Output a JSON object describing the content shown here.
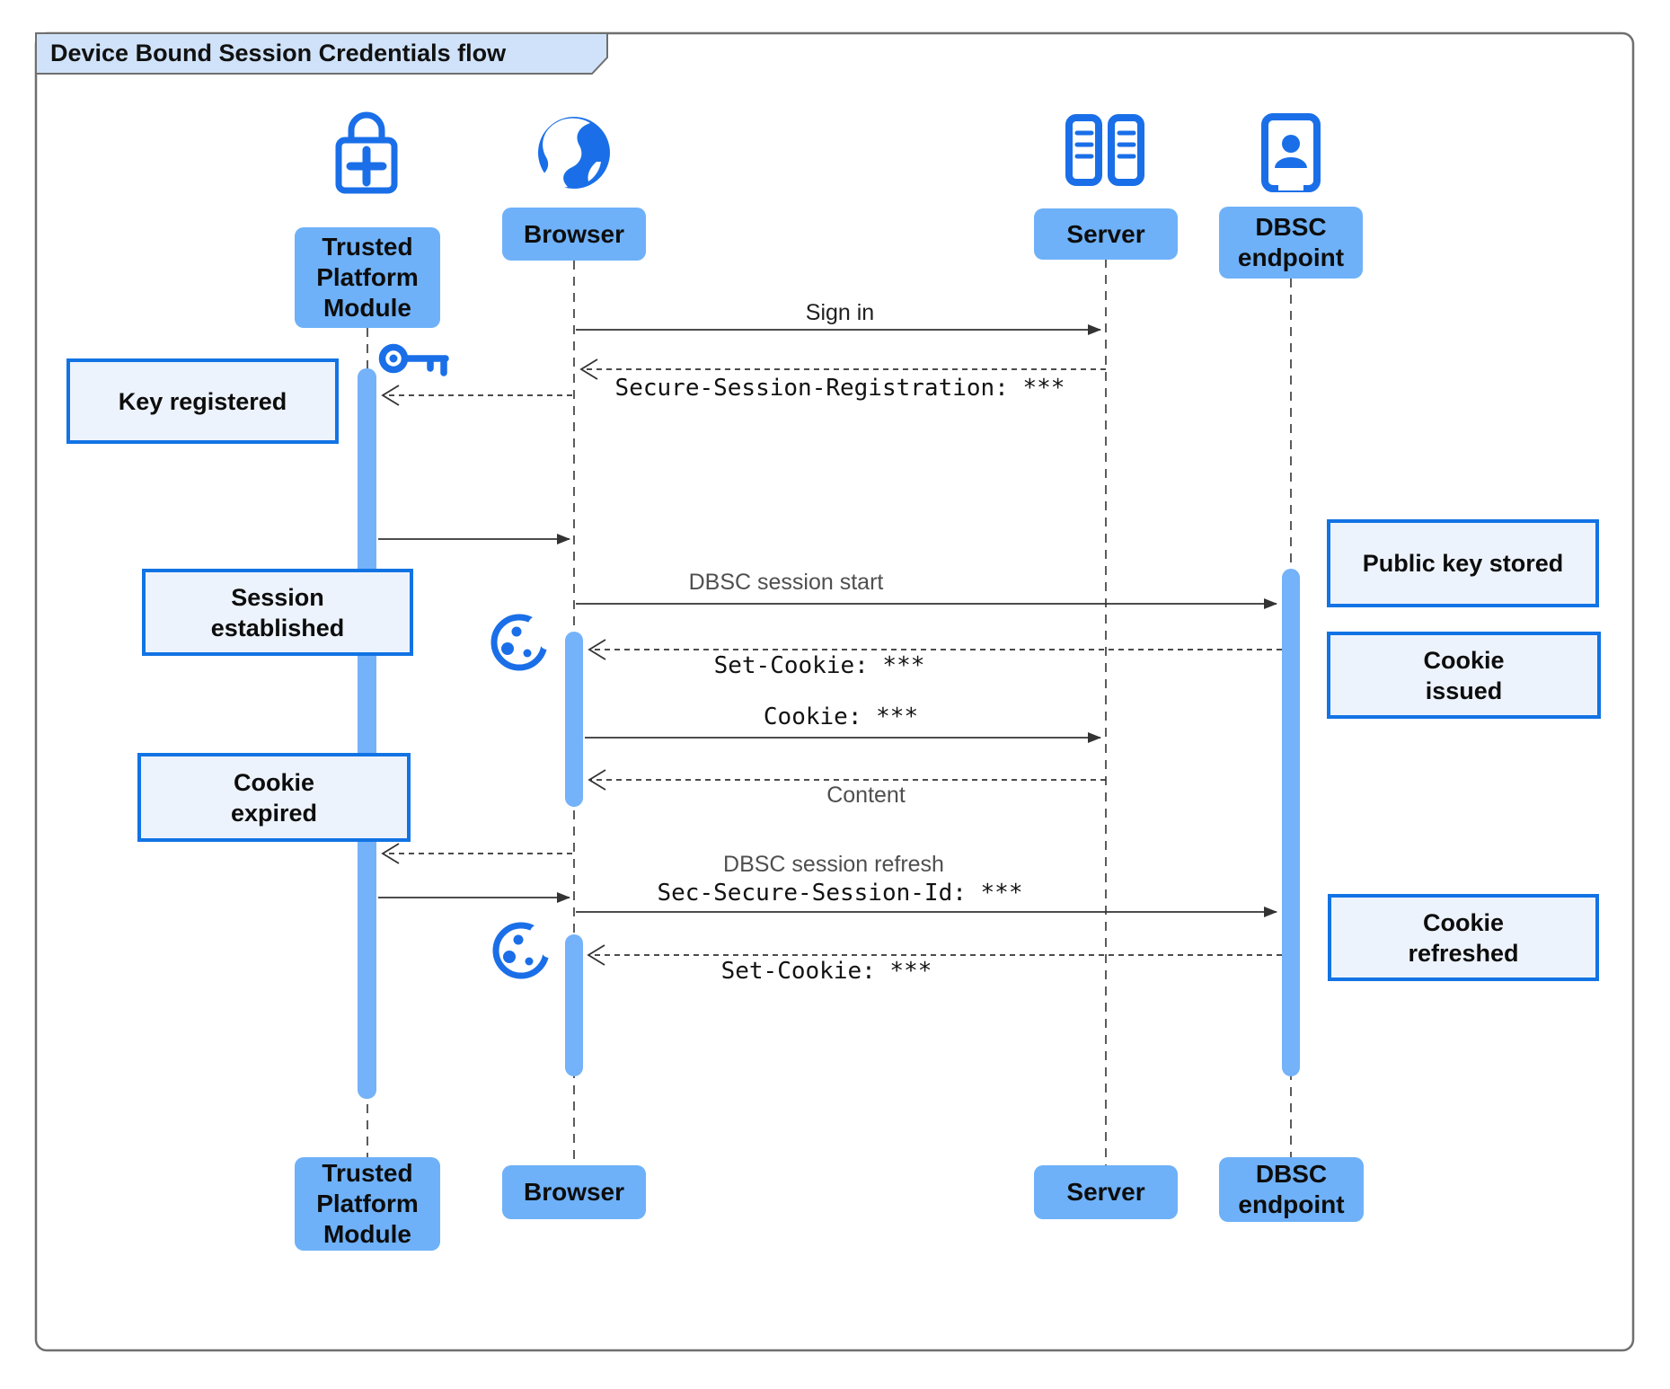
{
  "title": "Device Bound Session Credentials flow",
  "colors": {
    "accent": "#1a6fe8",
    "label_fill": "#6eb1f8",
    "bar_fill": "#74b2f9",
    "note_fill": "#edf3fc",
    "note_border": "#1273e4",
    "tab_fill": "#cfe2f9",
    "text_gray": "#4f4f4f"
  },
  "actors": {
    "tpm": {
      "label": "Trusted\nPlatform\nModule",
      "icon": "lock-plus-icon"
    },
    "browser": {
      "label": "Browser",
      "icon": "globe-icon"
    },
    "server": {
      "label": "Server",
      "icon": "server-racks-icon"
    },
    "dbsc": {
      "label": "DBSC\nendpoint",
      "icon": "badge-person-icon"
    }
  },
  "messages": {
    "sign_in": "Sign in",
    "secure_session_registration": "Secure-Session-Registration: ***",
    "dbsc_session_start": "DBSC session start",
    "set_cookie_1": "Set-Cookie: ***",
    "cookie": "Cookie: ***",
    "content": "Content",
    "dbsc_session_refresh": "DBSC session refresh",
    "sec_secure_session_id": "Sec-Secure-Session-Id: ***",
    "set_cookie_2": "Set-Cookie: ***"
  },
  "notes": {
    "key_registered": "Key registered",
    "session_established": "Session\nestablished",
    "cookie_expired": "Cookie\nexpired",
    "public_key_stored": "Public key stored",
    "cookie_issued": "Cookie\nissued",
    "cookie_refreshed": "Cookie\nrefreshed"
  },
  "decorations": {
    "key": "key-icon",
    "cookie": "cookie-icon"
  }
}
